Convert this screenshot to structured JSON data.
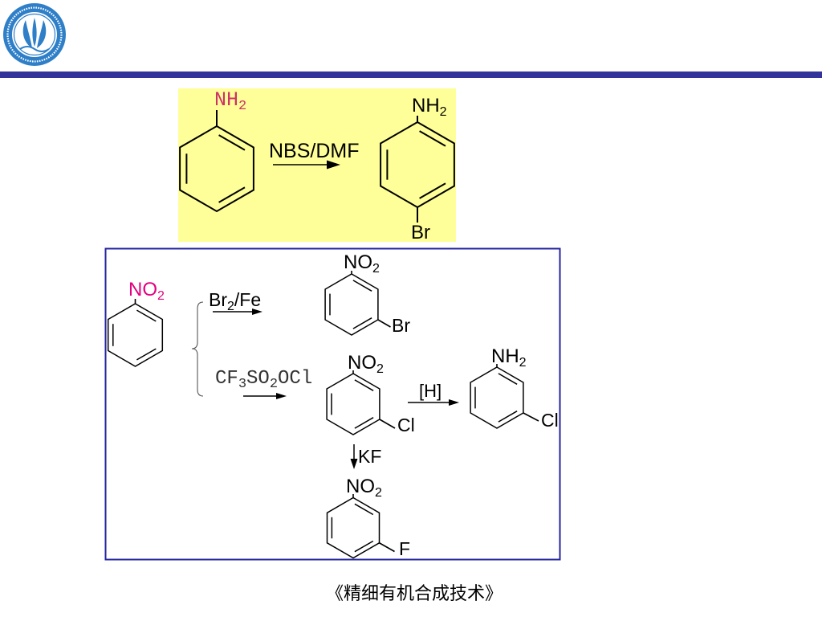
{
  "reaction_1": {
    "reactant": {
      "group": [
        "NH",
        "2"
      ]
    },
    "reagent": "NBS/DMF",
    "product": {
      "top_group": [
        "NH",
        "2"
      ],
      "bottom_group": "Br"
    }
  },
  "reaction_2": {
    "start": {
      "group": [
        "NO",
        "2"
      ]
    },
    "bromination": {
      "reagent": [
        "Br",
        "2",
        "/Fe"
      ],
      "product": {
        "group": [
          "NO",
          "2"
        ],
        "meta_group": "Br"
      }
    },
    "chlorination": {
      "reagent": [
        "CF",
        "3",
        "SO",
        "2",
        "OCl"
      ],
      "product": {
        "group": [
          "NO",
          "2"
        ],
        "meta_group": "Cl"
      }
    },
    "reduction": {
      "reagent": "[H]",
      "product": {
        "group": [
          "NH",
          "2"
        ],
        "meta_group": "Cl"
      }
    },
    "fluorination": {
      "reagent": "KF",
      "product": {
        "group": [
          "NO",
          "2"
        ],
        "meta_group": "F"
      }
    }
  },
  "footer": {
    "caption": "《精细有机合成技术》"
  },
  "colors": {
    "header_bar": "#33339a",
    "highlight_fill": "#ffff99",
    "box_border": "#2323a0",
    "amine_label": "#cc3366",
    "nitro_label": "#e4007f",
    "reagent_mono": "#333333",
    "logo_blue": "#2f7fc8"
  }
}
